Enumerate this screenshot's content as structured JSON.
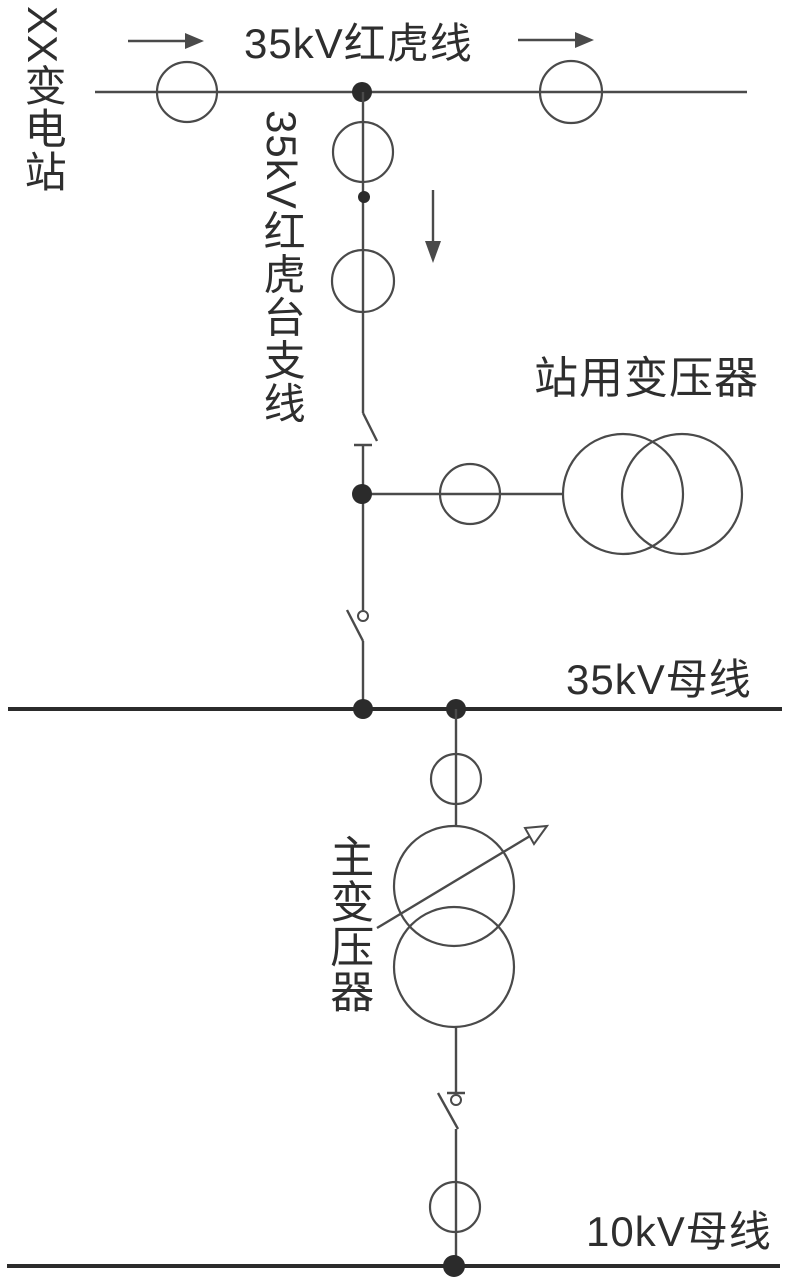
{
  "diagram": {
    "labels": {
      "substation": "XX变电站",
      "feeder_line": "35kV红虎线",
      "branch_line": "35kV红虎台支线",
      "station_transformer": "站用变压器",
      "bus_35kv": "35kV母线",
      "main_transformer": "主变压器",
      "bus_10kv": "10kV母线"
    },
    "components": [
      "flow-arrow-left",
      "line-switch-circle-left",
      "feeder-junction-dot",
      "line-switch-circle-right",
      "flow-arrow-right",
      "branch-switch-circle-upper",
      "branch-node-dot",
      "branch-switch-circle-lower",
      "flow-arrow-down",
      "disconnector-branch",
      "tap-junction-dot",
      "station-transformer-ct-circle",
      "station-transformer-symbol",
      "disconnector-bus-side",
      "bus-35kv-bar",
      "bus35-branch-junction-dot",
      "bus35-main-junction-dot",
      "main-transformer-ct-high-circle",
      "main-transformer-symbol",
      "tap-changer-arrow",
      "disconnector-lv-side",
      "main-transformer-ct-low-circle",
      "bus-10kv-bar",
      "bus10-junction-dot"
    ]
  },
  "colors": {
    "bg": "#ffffff",
    "line": "#4a4a4a",
    "bus": "#2b2b2b",
    "text": "#2e2e2e"
  }
}
